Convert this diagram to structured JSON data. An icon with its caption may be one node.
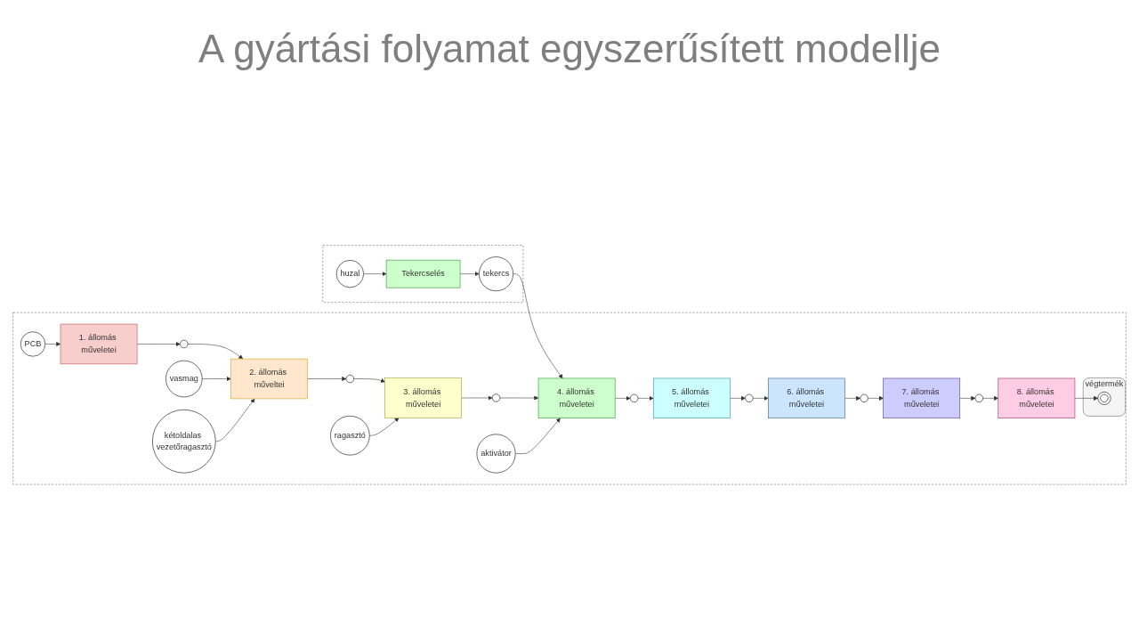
{
  "diagram": {
    "title": "A gyártási folyamat egyszerűsített modellje",
    "nodes": [
      {
        "text": [],
        "shape": "box"
      },
      {
        "text": [
          "1. állomás műveletei"
        ],
        "in": 0
      },
      {
        "text": [],
        "shape": "circle",
        "in": 0
      },
      {
        "text": [
          "2. állomás műveltei"
        ],
        "in": 0
      },
      {
        "text": [],
        "shape": "circle",
        "in": 0
      },
      {
        "text": [
          "3. állomás műveletei"
        ],
        "in": 0
      },
      {
        "text": [],
        "shape": "circle",
        "in": 0
      },
      {
        "text": [
          "4. állomás műveletei"
        ],
        "in": 0
      },
      {
        "text": [],
        "shape": "circle",
        "in": 0
      },
      {
        "text": [
          "5. állomás műveletei"
        ],
        "in": 0
      },
      {
        "text": [],
        "shape": "circle",
        "in": 0
      },
      {
        "text": [
          "6. állomás műveletei"
        ],
        "in": 0
      },
      {
        "text": [],
        "shape": "circle",
        "in": 0
      },
      {
        "text": [
          "7. állomás műveletei"
        ],
        "in": 0
      },
      {
        "text": [],
        "shape": "circle",
        "in": 0
      },
      {
        "text": [
          "8. állomás műveletei"
        ],
        "in": 0
      },
      {
        "text": [
          "PCB"
        ],
        "in": 0
      },
      {
        "text": [
          "vasmag"
        ],
        "in": 0
      },
      {
        "text": [
          "kétoldalas vezetőragasztó"
        ],
        "in": 0
      },
      {
        "text": [
          "ragasztó"
        ],
        "in": 0
      },
      {
        "text": [],
        "shape": "box"
      },
      {
        "text": [
          "tekercs"
        ],
        "in": 20
      },
      {
        "text": [
          "aktivátor"
        ],
        "in": 0
      },
      {
        "text": [
          "végtermék"
        ],
        "in": 0
      },
      {
        "text": [],
        "shape": "circle",
        "in": 23
      },
      {
        "text": [
          "Tekercselés"
        ],
        "in": 20
      },
      {
        "text": [
          "huzal"
        ],
        "in": 20
      }
    ],
    "edges": [
      {
        "from": 1,
        "to": 2,
        "arrow": "to"
      },
      {
        "from": 2,
        "to": 3,
        "arrow": "to"
      },
      {
        "from": 3,
        "to": 4,
        "arrow": "to"
      },
      {
        "from": 4,
        "to": 5,
        "arrow": "to"
      },
      {
        "from": 5,
        "to": 6,
        "arrow": "to"
      },
      {
        "from": 6,
        "to": 7,
        "arrow": "to"
      },
      {
        "from": 7,
        "to": 8,
        "arrow": "to"
      },
      {
        "from": 8,
        "to": 9,
        "arrow": "to"
      },
      {
        "from": 9,
        "to": 10,
        "arrow": "to"
      },
      {
        "from": 10,
        "to": 11,
        "arrow": "to"
      },
      {
        "from": 11,
        "to": 12,
        "arrow": "to"
      },
      {
        "from": 12,
        "to": 13,
        "arrow": "to"
      },
      {
        "from": 13,
        "to": 14,
        "arrow": "to"
      },
      {
        "from": 14,
        "to": 15,
        "arrow": "to"
      },
      {
        "from": 16,
        "to": 1,
        "arrow": "to"
      },
      {
        "from": 17,
        "to": 3,
        "arrow": "to"
      },
      {
        "from": 18,
        "to": 3,
        "arrow": "to"
      },
      {
        "from": 19,
        "to": 5,
        "arrow": "to"
      },
      {
        "from": 21,
        "to": 7,
        "arrow": "to"
      },
      {
        "from": 22,
        "to": 7,
        "arrow": "to"
      },
      {
        "from": 25,
        "to": 21,
        "arrow": "to"
      },
      {
        "from": 26,
        "to": 25,
        "arrow": "to"
      },
      {
        "from": 15,
        "to": 24,
        "arrow": "to"
      }
    ]
  }
}
